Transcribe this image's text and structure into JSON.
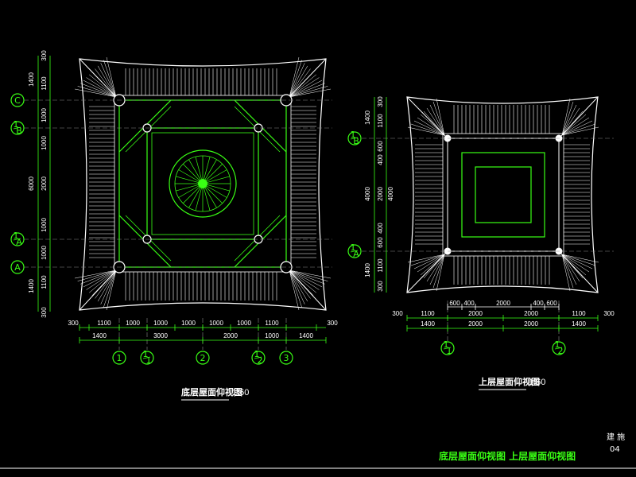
{
  "colors": {
    "background": "#000000",
    "line": "#ffffff",
    "accent": "#39ff14",
    "axis": "#8a8a8a"
  },
  "left_plan": {
    "caption": "底层屋面仰视图",
    "scale": "1:60",
    "top_dims": [
      "300",
      "1100",
      "1000",
      "1000",
      "1000",
      "1000",
      "1000",
      "1100",
      "300"
    ],
    "bottom_dims": [
      "1400",
      "3000",
      "2000",
      "1000",
      "1400"
    ],
    "side_dims_inner": [
      "300",
      "1100",
      "1000",
      "1000",
      "2000",
      "1000",
      "1000",
      "1100",
      "300"
    ],
    "side_dims_outer": [
      "1400",
      "6000",
      "1400"
    ],
    "row_axes": [
      "C",
      "1/B",
      "1/A",
      "A"
    ],
    "col_axes": [
      "1",
      "1/1",
      "2",
      "1/2",
      "3"
    ]
  },
  "right_plan": {
    "caption": "上层屋面仰视图",
    "scale": "1:60",
    "top_dims": [
      "600",
      "400",
      "2000",
      "400",
      "600"
    ],
    "bottom_dims_1": [
      "300",
      "1100",
      "2000",
      "2000",
      "1100",
      "300"
    ],
    "bottom_dims_2": [
      "1400",
      "2000",
      "2000",
      "1400"
    ],
    "side_dims_inner": [
      "300",
      "1100",
      "600",
      "400",
      "2000",
      "400",
      "600",
      "1100",
      "300"
    ],
    "side_dims_outer": [
      "1400",
      "4000",
      "4000",
      "1400"
    ],
    "row_axes": [
      "1/B",
      "1/A"
    ],
    "col_axes": [
      "1/1",
      "1/2"
    ]
  },
  "sheet": {
    "drawing_type": "建 施",
    "sheet_number": "04",
    "sheet_title": "底层屋面仰视图  上层屋面仰视图"
  }
}
